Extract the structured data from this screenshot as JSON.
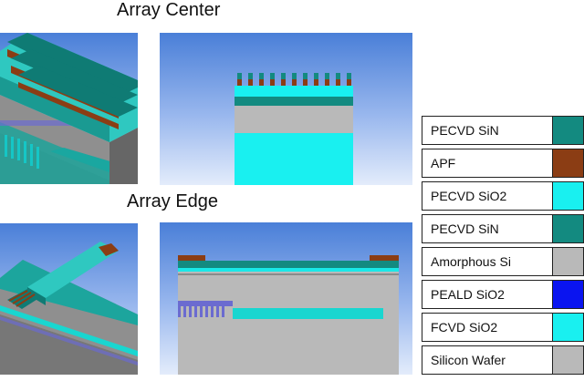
{
  "headings": {
    "top": "Array Center",
    "bottom": "Array Edge"
  },
  "legend": [
    {
      "label": "PECVD SiN",
      "color": "#138a80"
    },
    {
      "label": "APF",
      "color": "#8b3d14"
    },
    {
      "label": "PECVD SiO2",
      "color": "#19f0f0"
    },
    {
      "label": "PECVD SiN",
      "color": "#138a80"
    },
    {
      "label": "Amorphous Si",
      "color": "#b9b9b9"
    },
    {
      "label": "PEALD SiO2",
      "color": "#0a14f0"
    },
    {
      "label": "FCVD SiO2",
      "color": "#19f0f0"
    },
    {
      "label": "Silicon Wafer",
      "color": "#b9b9b9"
    }
  ]
}
